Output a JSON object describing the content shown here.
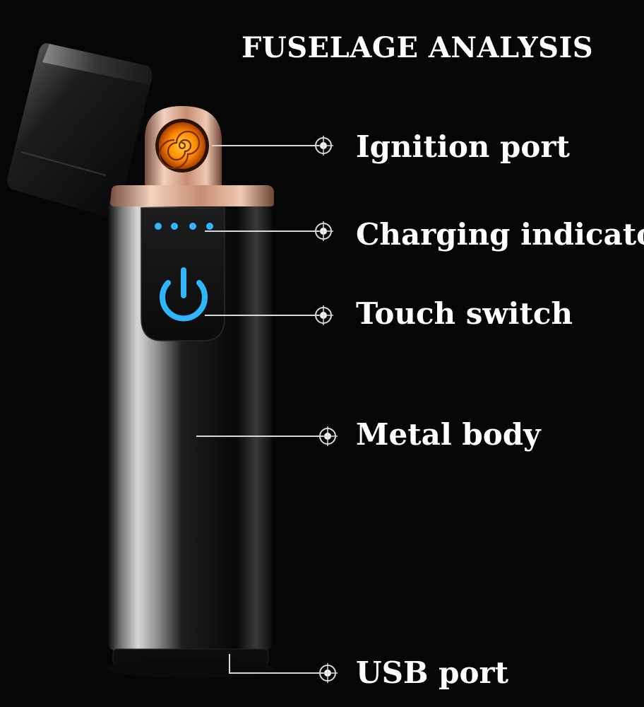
{
  "title": "FUSELAGE ANALYSIS",
  "callouts": [
    {
      "id": "ignition",
      "label": "Ignition port"
    },
    {
      "id": "charging",
      "label": "Charging indicator"
    },
    {
      "id": "touch",
      "label": "Touch switch"
    },
    {
      "id": "metal",
      "label": "Metal body"
    },
    {
      "id": "usb",
      "label": "USB port"
    }
  ],
  "colors": {
    "background": "#060606",
    "text": "#ffffff",
    "leader_line": "#d8d8d8",
    "accent_blue": "#2fb6ff",
    "coil_orange": "#ff8a00",
    "rose_gold": "#e7b9a0"
  },
  "product": {
    "indicator_dots_count": 4,
    "touch_switch_icon": "power-icon",
    "ignition_icon": "coil-icon"
  }
}
